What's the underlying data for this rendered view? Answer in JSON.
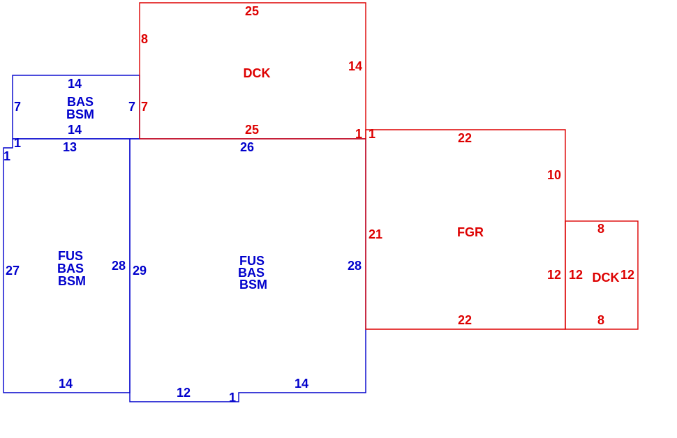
{
  "colors": {
    "living": "#0000cc",
    "outdoor": "#dd0000"
  },
  "areas": {
    "bas_top": {
      "lines": [
        "BAS",
        "BSM"
      ],
      "color": "living"
    },
    "fus_left": {
      "lines": [
        "FUS",
        "BAS",
        "BSM"
      ],
      "color": "living"
    },
    "fus_center": {
      "lines": [
        "FUS",
        "BAS",
        "BSM"
      ],
      "color": "living"
    },
    "dck_top": {
      "lines": [
        "DCK"
      ],
      "color": "outdoor"
    },
    "fgr": {
      "lines": [
        "FGR"
      ],
      "color": "outdoor"
    },
    "dck_right": {
      "lines": [
        "DCK"
      ],
      "color": "outdoor"
    }
  },
  "dimensions": {
    "bas_top": {
      "top": "14",
      "left": "7",
      "right": "7",
      "bottom": "14"
    },
    "fus_left": {
      "top": "13",
      "left": "27",
      "right": "28",
      "bottom": "14",
      "notch_top": "1",
      "notch_left": "1"
    },
    "fus_center": {
      "top": "26",
      "left": "29",
      "right": "28",
      "bottom_left": "12",
      "notch": "1",
      "bottom_right": "14"
    },
    "dck_top": {
      "top": "25",
      "left_upper": "8",
      "left_lower": "7",
      "right": "14",
      "bottom": "25",
      "step": "1"
    },
    "fgr": {
      "top": "22",
      "left": "21",
      "right_upper": "10",
      "right_lower": "12",
      "bottom": "22",
      "step": "1"
    },
    "dck_right": {
      "top": "8",
      "left": "12",
      "right": "12",
      "bottom": "8"
    }
  }
}
